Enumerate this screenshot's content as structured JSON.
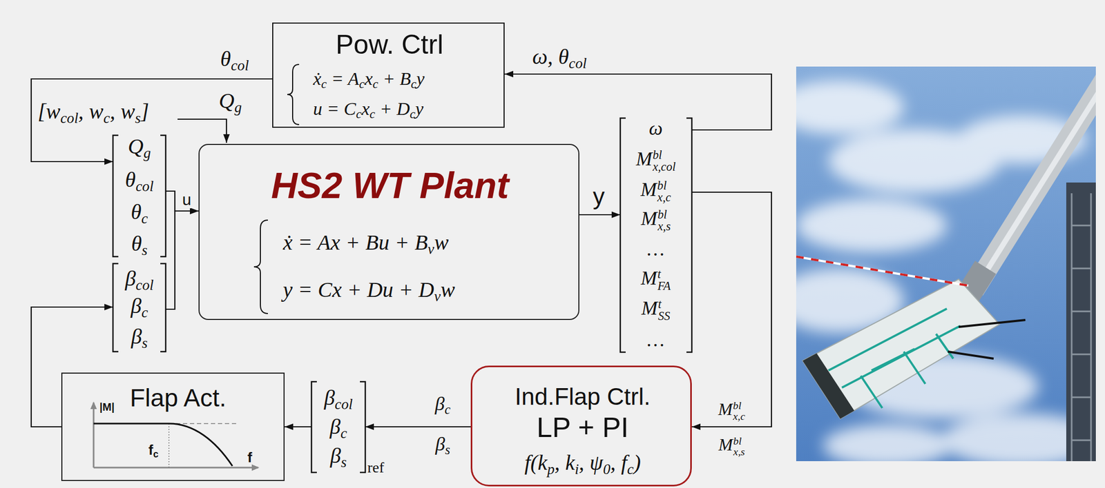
{
  "diagram": {
    "nodes": [
      {
        "text": [
          "Pow. Ctrl",
          "ẋc = Acxc + Bcy",
          "u = Ccxc + Dcy"
        ]
      },
      {
        "text": [
          "Qg",
          "θcol",
          "θc",
          "θs"
        ]
      },
      {
        "text": [
          "βcol",
          "βc",
          "βs"
        ]
      },
      {
        "text": [
          "HS2 WT Plant",
          "ẋ = Ax + Bu + Bvw",
          "y = Cx + Du + Dvw"
        ]
      },
      {
        "text": [
          "ω",
          "Mblx,col",
          "Mblx,c",
          "Mblx,s",
          "…",
          "MtFA",
          "MtSS",
          "…"
        ]
      },
      {
        "text": [
          "Ind.Flap Ctrl.",
          "LP + PI",
          "f(kp, ki, ψ0, fc)"
        ]
      },
      {
        "text": [
          "βcol",
          "βc",
          "βs",
          "ref"
        ]
      },
      {
        "text": [
          "Flap Act.",
          "|M|",
          "fc",
          "f"
        ]
      }
    ],
    "edges": [
      {
        "from": 0,
        "to": 1,
        "arrow": "to",
        "label": "θcol"
      },
      {
        "from": 1,
        "to": 3,
        "arrow": "to",
        "label": "u"
      },
      {
        "from": 2,
        "to": 3,
        "arrow": "to"
      },
      {
        "from": 3,
        "to": 4,
        "arrow": "to",
        "label": "y"
      },
      {
        "from": 4,
        "to": 0,
        "arrow": "to",
        "label": "ω, θcol"
      },
      {
        "from": 4,
        "to": 5,
        "arrow": "to",
        "label": "Mblx,c Mblx,s"
      },
      {
        "from": 5,
        "to": 6,
        "arrow": "to",
        "label": "βc βs"
      },
      {
        "from": 6,
        "to": 7,
        "arrow": "to"
      },
      {
        "from": 7,
        "to": 2,
        "arrow": "to"
      }
    ],
    "labels": [
      "Qg",
      "[wcol, wc, ws]"
    ]
  }
}
